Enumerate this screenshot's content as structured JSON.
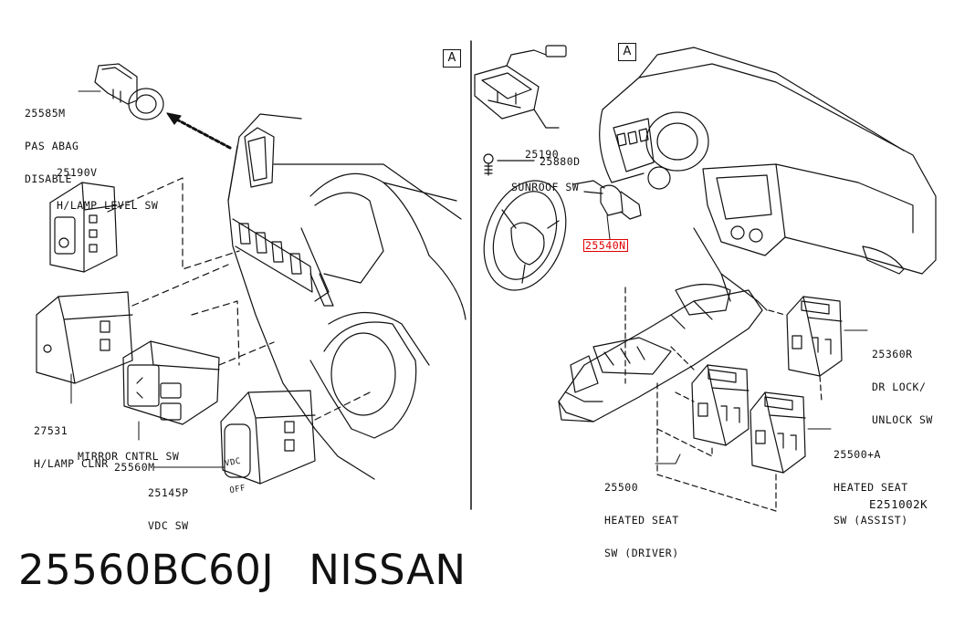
{
  "left_panel": {
    "ref_marker": "A",
    "parts": [
      {
        "number": "25585M",
        "desc_1": "PAS ABAG",
        "desc_2": "DISABLE"
      },
      {
        "number": "25190V",
        "desc_1": "H/LAMP LEVEL SW"
      },
      {
        "number": "27531",
        "desc_1": "H/LAMP CLNR"
      },
      {
        "number": "25560M",
        "desc_1": "MIRROR CNTRL SW"
      },
      {
        "number": "25145P",
        "desc_1": "VDC SW"
      }
    ],
    "vdc_button_text_1": "VDC",
    "vdc_button_text_2": "OFF"
  },
  "right_panel": {
    "ref_marker": "A",
    "parts": [
      {
        "number": "25190",
        "desc_1": "SUNROOF SW"
      },
      {
        "number": "25880D"
      },
      {
        "number": "25540N",
        "highlighted": true
      },
      {
        "number": "25360R",
        "desc_1": "DR LOCK/",
        "desc_2": "UNLOCK SW"
      },
      {
        "number": "25500+A",
        "desc_1": "HEATED SEAT",
        "desc_2": "SW (ASSIST)"
      },
      {
        "number": "25500",
        "desc_1": "HEATED SEAT",
        "desc_2": "SW (DRIVER)"
      }
    ],
    "diagram_code": "E251002K"
  },
  "footer": {
    "part_number": "25560BC60J",
    "brand": "NISSAN"
  },
  "colors": {
    "highlight": "#e00000",
    "ink": "#111111"
  }
}
